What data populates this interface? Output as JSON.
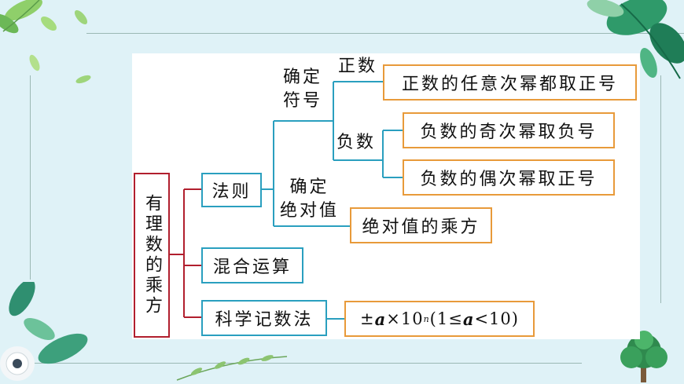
{
  "root": "有理数的乘方",
  "branches": {
    "rules": "法则",
    "mixed": "混合运算",
    "scientific": "科学记数法"
  },
  "rules": {
    "sign_label_1": "确定",
    "sign_label_2": "符号",
    "positive": "正数",
    "positive_rule": "正数的任意次幂都取正号",
    "negative": "负数",
    "negative_rule_odd": "负数的奇次幂取负号",
    "negative_rule_even": "负数的偶次幂取正号",
    "abs_label_1": "确定",
    "abs_label_2": "绝对值",
    "abs_rule": "绝对值的乘方"
  },
  "scientific_formula": {
    "pm": "±",
    "a": "a",
    "times": "×10",
    "n": "n",
    "range_open": "(1≤",
    "a2": "a",
    "range_close": "<10)"
  },
  "colors": {
    "root_branch_lines": "#b11f2e",
    "rule_lines": "#2a9fbf",
    "leaf_borders": "#e89a3a"
  },
  "decorations": [
    "leaf-cluster-top-left",
    "leaf-cluster-top-right",
    "flower-bottom-left",
    "tree-bottom-right",
    "fern-bottom"
  ]
}
